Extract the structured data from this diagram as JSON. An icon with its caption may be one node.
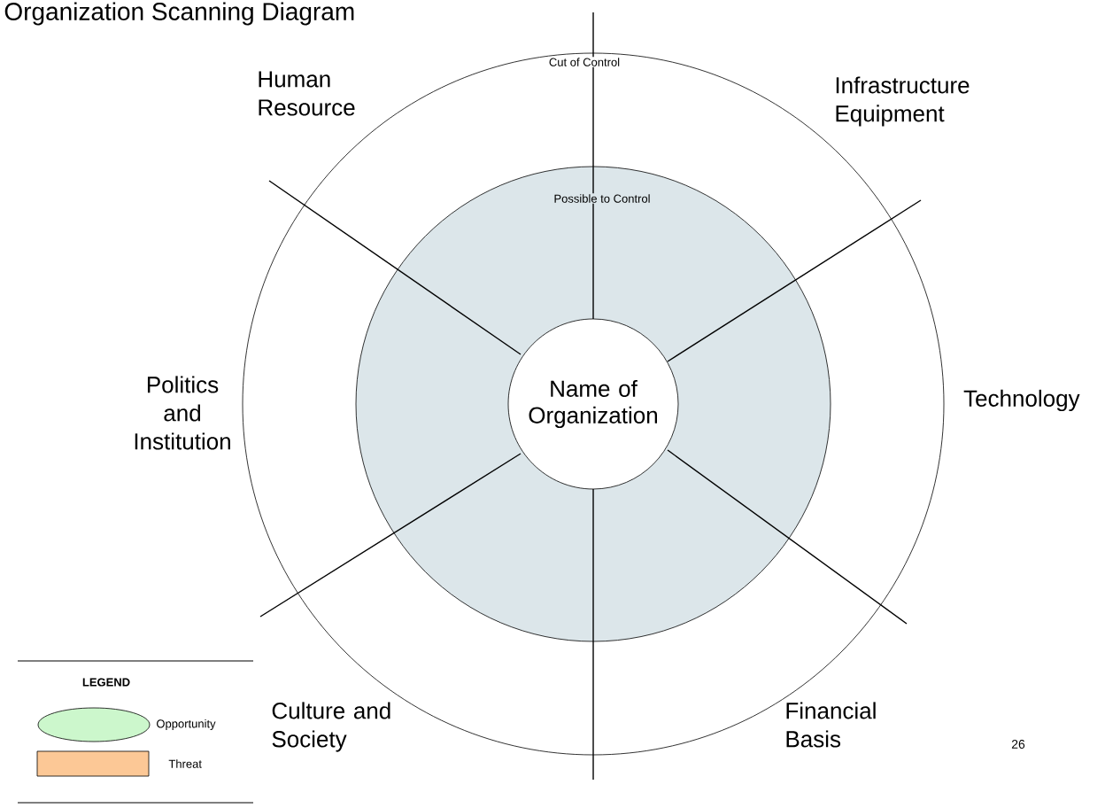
{
  "diagram": {
    "title": "Organization Scanning Diagram",
    "nodes": [
      {
        "text": [
          "Cut of Control"
        ]
      },
      {
        "text": [
          "Possible to Control"
        ],
        "in": 0
      },
      {
        "text": [
          "Name of Organization"
        ],
        "in": 1
      }
    ],
    "edges": [],
    "labels": [
      "Human Resource",
      "Infrastructure Equipment",
      "Politics and Institution",
      "Technology",
      "Culture and Society",
      "Financial Basis",
      "26",
      "LEGEND"
    ],
    "legend": [
      {
        "text": "Opportunity",
        "color": "#ccf7cc"
      },
      {
        "text": "Threat",
        "color": "#fcc896"
      }
    ]
  }
}
